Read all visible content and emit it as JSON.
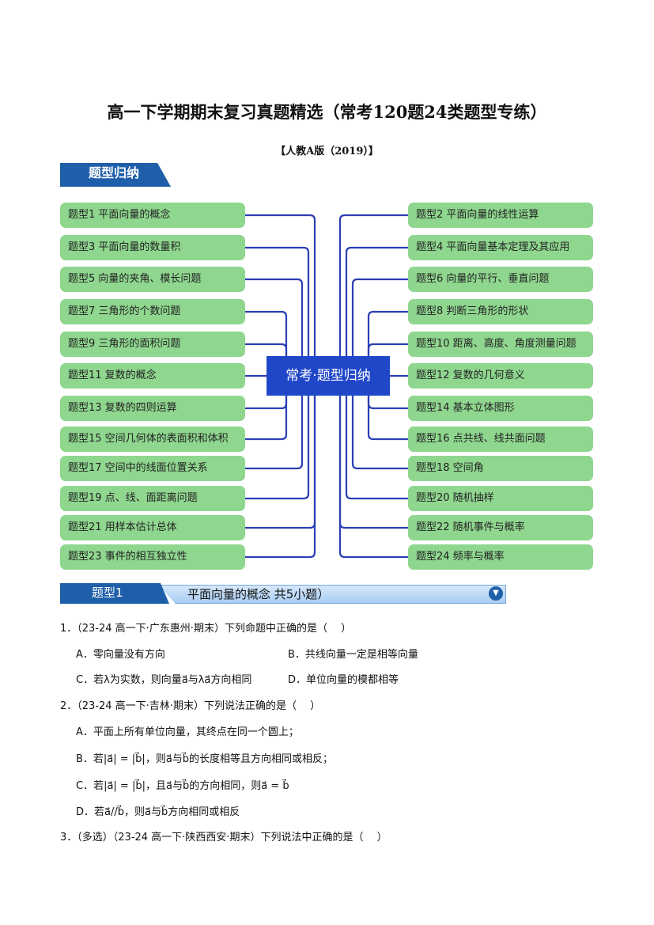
{
  "title": "高一下学期期末复习真题精选（常考120题24类题型专练）",
  "subtitle": "【人教A版（2019）】",
  "section_label": "题型归纳",
  "center_label": "常考·题型归纳",
  "left_items": [
    "题型1 平面向量的概念",
    "题型3 平面向量的数量积",
    "题型5 向量的夹角、模长问题",
    "题型7 三角形的个数问题",
    "题型9 三角形的面积问题",
    "题型11 复数的概念",
    "题型13 复数的四则运算",
    "题型15 空间几何体的表面积和体积",
    "题型17 空间中的线面位置关系",
    "题型19 点、线、面距离问题",
    "题型21 用样本估计总体",
    "题型23 事件的相互独立性"
  ],
  "right_items": [
    "题型2 平面向量的线性运算",
    "题型4 平面向量基本定理及其应用",
    "题型6 向量的平行、垂直问题",
    "题型8 判断三角形的形状",
    "题型10 距离、高度、角度测量问题",
    "题型12 复数的几何意义",
    "题型14 基本立体图形",
    "题型16 点共线、线共面问题",
    "题型18 空间角",
    "题型20 随机抽样",
    "题型22 随机事件与概率",
    "题型24 频率与概率"
  ],
  "band": {
    "tag": "题型1",
    "title": "平面向量的概念 共5小题）",
    "icon": "chevron-down-icon"
  },
  "questions": [
    {
      "stem": "1．（23-24 高一下·广东惠州·期末）下列命题中正确的是（　 ）",
      "options": [
        "A．零向量没有方向",
        "B．共线向量一定是相等向量",
        "C．若λ为实数，则向量a⃗与λa⃗方向相同",
        "D．单位向量的模都相等"
      ]
    },
    {
      "stem": "2．（23-24 高一下·吉林·期末）下列说法正确的是（　 ）",
      "options": [
        "A．平面上所有单位向量，其终点在同一个圆上；",
        "B．若|a⃗| = |b⃗|，则a⃗与b⃗的长度相等且方向相同或相反；",
        "C．若|a⃗| = |b⃗|，且a⃗与b⃗的方向相同，则a⃗ = b⃗",
        "D．若a⃗//b⃗，则a⃗与b⃗方向相同或相反"
      ]
    },
    {
      "stem": "3．（多选）（23-24 高一下·陕西西安·期末）下列说法中正确的是（　 ）"
    }
  ]
}
